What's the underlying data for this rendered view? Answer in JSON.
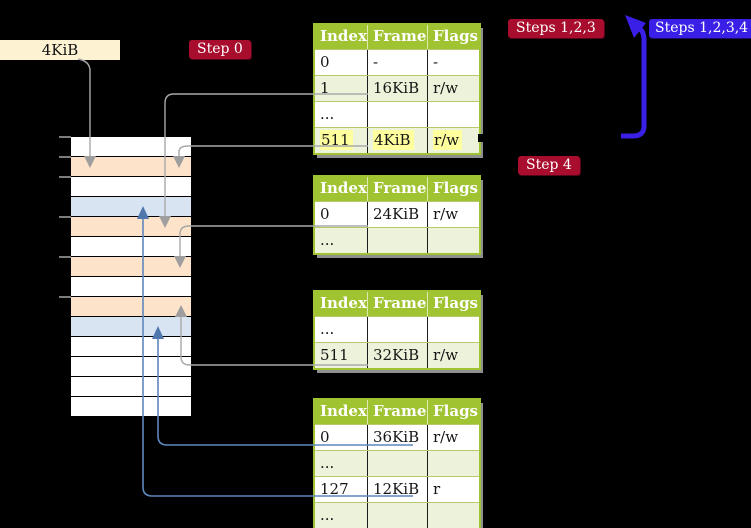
{
  "frame_size_label": "4KiB",
  "badges": {
    "step0": "Step 0",
    "steps123": "Steps 1,2,3",
    "steps1234": "Steps 1,2,3,4",
    "step4": "Step 4"
  },
  "memory_stack": {
    "description": "physical memory frames, one row per 4KiB frame, top = 0KiB",
    "rows": [
      "white",
      "peach",
      "white",
      "blue",
      "peach",
      "white",
      "peach",
      "white",
      "peach",
      "blue",
      "white",
      "white",
      "white",
      "white"
    ],
    "tick_boundaries": [
      0,
      1,
      2,
      4,
      6,
      8
    ]
  },
  "page_tables": [
    {
      "id": "page-table-1",
      "columns": [
        "Index",
        "Frame",
        "Flags"
      ],
      "rows": [
        {
          "index": "0",
          "frame": "-",
          "flags": "-",
          "shade": false,
          "highlight": false
        },
        {
          "index": "1",
          "frame": "16KiB",
          "flags": "r/w",
          "shade": true,
          "highlight": false
        },
        {
          "index": "...",
          "frame": "",
          "flags": "",
          "shade": false,
          "highlight": false
        },
        {
          "index": "511",
          "frame": "4KiB",
          "flags": "r/w",
          "shade": true,
          "highlight": true
        }
      ]
    },
    {
      "id": "page-table-2",
      "columns": [
        "Index",
        "Frame",
        "Flags"
      ],
      "rows": [
        {
          "index": "0",
          "frame": "24KiB",
          "flags": "r/w",
          "shade": false,
          "highlight": false
        },
        {
          "index": "...",
          "frame": "",
          "flags": "",
          "shade": true,
          "highlight": false
        }
      ]
    },
    {
      "id": "page-table-3",
      "columns": [
        "Index",
        "Frame",
        "Flags"
      ],
      "rows": [
        {
          "index": "...",
          "frame": "",
          "flags": "",
          "shade": false,
          "highlight": false
        },
        {
          "index": "511",
          "frame": "32KiB",
          "flags": "r/w",
          "shade": true,
          "highlight": false
        }
      ]
    },
    {
      "id": "page-table-4",
      "columns": [
        "Index",
        "Frame",
        "Flags"
      ],
      "rows": [
        {
          "index": "0",
          "frame": "36KiB",
          "flags": "r/w",
          "shade": false,
          "highlight": false
        },
        {
          "index": "...",
          "frame": "",
          "flags": "",
          "shade": true,
          "highlight": false
        },
        {
          "index": "127",
          "frame": "12KiB",
          "flags": "r",
          "shade": false,
          "highlight": false
        },
        {
          "index": "...",
          "frame": "",
          "flags": "",
          "shade": true,
          "highlight": false
        }
      ]
    }
  ],
  "colors": {
    "background": "#000000",
    "table_header_green": "#a0c332",
    "table_shade_green": "#edf2da",
    "highlight_yellow": "#ffff9e",
    "frame_peach": "#fde3c9",
    "frame_blue": "#d9e4f3",
    "connector_gray": "#a9a9a9",
    "connector_blue": "#5f87bd",
    "badge_red": "#a80d2d",
    "badge_blue": "#3a1fe6",
    "big_arrow_blue": "#3a1fe6",
    "label_cream": "#fdf3d3"
  }
}
